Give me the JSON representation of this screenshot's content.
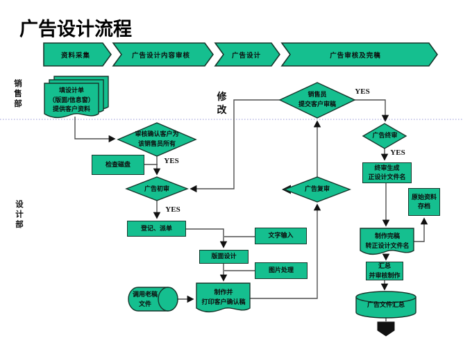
{
  "title": "广告设计流程",
  "phases": [
    "资料采集",
    "广告设计内容审核",
    "广告设计",
    "广告审核及完稿"
  ],
  "departments": {
    "sales": "销售部",
    "design": "设计部"
  },
  "annotations": {
    "modify": "修改",
    "yes_submit": "YES",
    "yes_confirm": "YES",
    "yes_initial": "YES",
    "yes_final": "YES"
  },
  "nodes": {
    "fill_design_order": "填设计单\n（版面/信息窗）\n提供客户资料",
    "confirm_customer": "审核确认客户为\n该销售员所有",
    "check_disk": "检查磁盘",
    "initial_review": "广告初审",
    "register_dispatch": "登记、派单",
    "text_input": "文字输入",
    "layout_design": "版面设计",
    "image_processing": "图片处理",
    "make_print_confirm": "制作并\n打印客户确认稿",
    "retrieve_old_files": "调用老稿\n文件",
    "submit_customer_review": "销售员\n提交客户审稿",
    "re_review": "广告复审",
    "final_review": "广告终审",
    "final_filename": "终审生成\n正设计文件名",
    "archive_original": "原始资料\n存档",
    "finalize_rename": "制作完稿\n转正设计文件名",
    "summarize_review": "汇总\n并审核制作",
    "ad_files_summary": "广告文件汇总"
  },
  "colors": {
    "shape_fill": "#15bf8f",
    "shape_border": "#16352a",
    "connector": "#4d4d4d",
    "arrowhead": "#111111",
    "divider": "#9494d6",
    "text": "#0d0d0d"
  }
}
